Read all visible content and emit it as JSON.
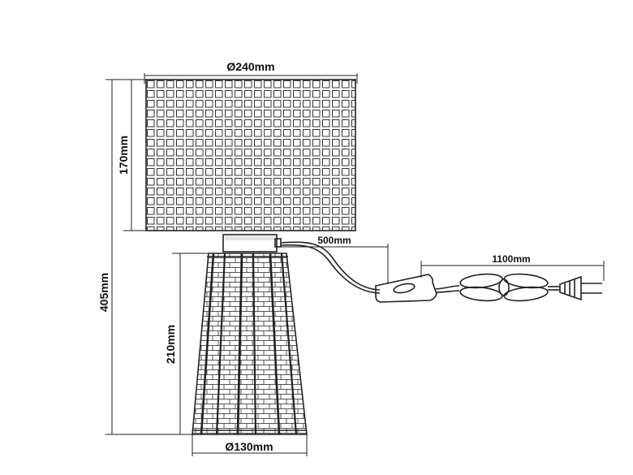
{
  "dimensions": {
    "shade_diameter": "Ø240mm",
    "shade_height": "170mm",
    "total_height": "405mm",
    "base_height": "210mm",
    "base_diameter": "Ø130mm",
    "cable_to_switch": "500mm",
    "cable_to_plug": "1100mm"
  },
  "colors": {
    "line": "#222222",
    "background": "#ffffff"
  }
}
